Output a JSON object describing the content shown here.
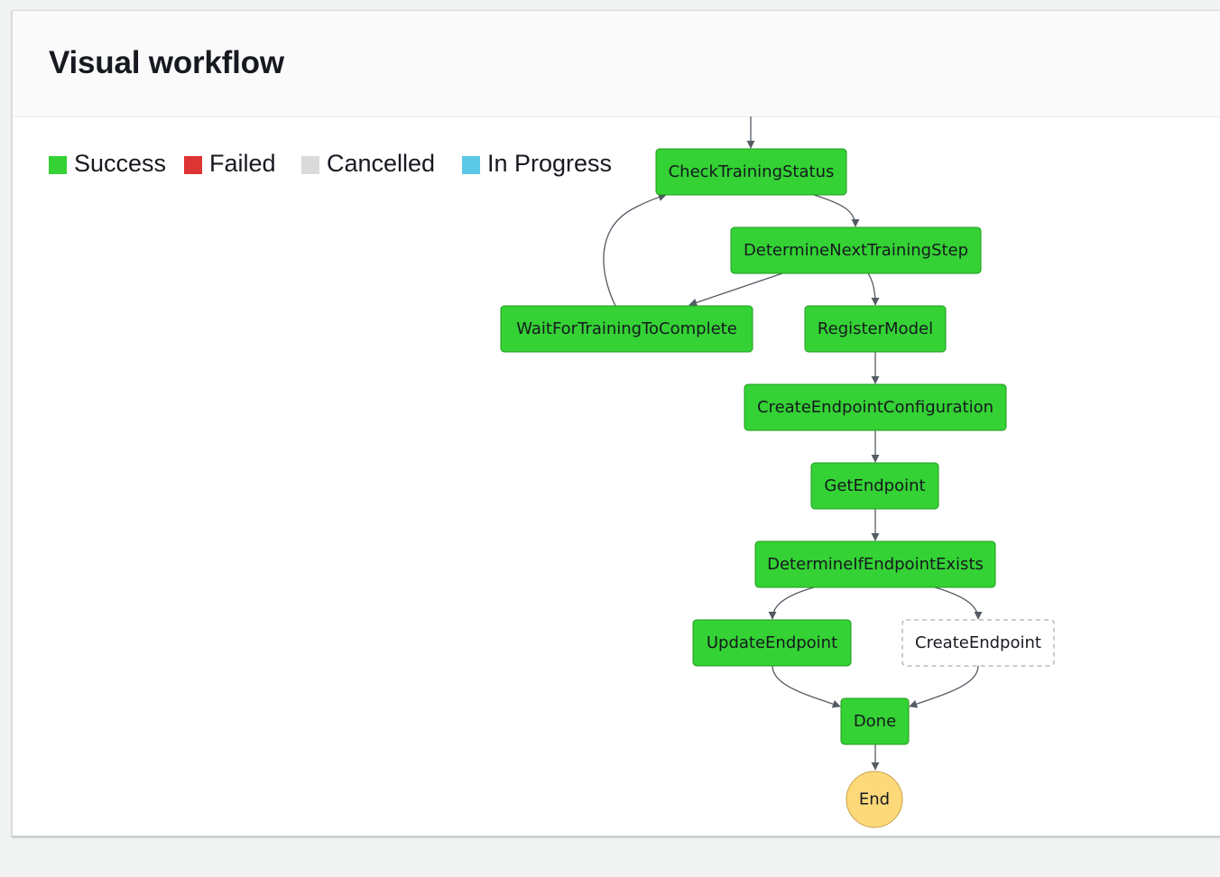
{
  "header": {
    "title": "Visual workflow"
  },
  "legend": {
    "items": [
      {
        "key": "success",
        "label": "Success",
        "color": "#34d234"
      },
      {
        "key": "failed",
        "label": "Failed",
        "color": "#dd3434"
      },
      {
        "key": "cancelled",
        "label": "Cancelled",
        "color": "#dadada"
      },
      {
        "key": "in-progress",
        "label": "In Progress",
        "color": "#5bc8e8"
      }
    ]
  },
  "colors": {
    "success": "#34d234",
    "success_border": "#1f9a1f",
    "not_run_fill": "#ffffff",
    "not_run_border": "#999999",
    "end": "#fed97a",
    "end_border": "#c7a04a",
    "edge": "#545b64"
  },
  "workflow": {
    "states": [
      {
        "id": "CheckTrainingStatus",
        "label": "CheckTrainingStatus",
        "status": "success"
      },
      {
        "id": "DetermineNextTrainingStep",
        "label": "DetermineNextTrainingStep",
        "status": "success"
      },
      {
        "id": "WaitForTrainingToComplete",
        "label": "WaitForTrainingToComplete",
        "status": "success"
      },
      {
        "id": "RegisterModel",
        "label": "RegisterModel",
        "status": "success"
      },
      {
        "id": "CreateEndpointConfiguration",
        "label": "CreateEndpointConfiguration",
        "status": "success"
      },
      {
        "id": "GetEndpoint",
        "label": "GetEndpoint",
        "status": "success"
      },
      {
        "id": "DetermineIfEndpointExists",
        "label": "DetermineIfEndpointExists",
        "status": "success"
      },
      {
        "id": "UpdateEndpoint",
        "label": "UpdateEndpoint",
        "status": "success"
      },
      {
        "id": "CreateEndpoint",
        "label": "CreateEndpoint",
        "status": "not-run"
      },
      {
        "id": "Done",
        "label": "Done",
        "status": "success"
      },
      {
        "id": "End",
        "label": "End",
        "status": "end"
      }
    ],
    "transitions": [
      {
        "from": "",
        "to": "CheckTrainingStatus"
      },
      {
        "from": "CheckTrainingStatus",
        "to": "DetermineNextTrainingStep"
      },
      {
        "from": "DetermineNextTrainingStep",
        "to": "WaitForTrainingToComplete"
      },
      {
        "from": "DetermineNextTrainingStep",
        "to": "RegisterModel"
      },
      {
        "from": "WaitForTrainingToComplete",
        "to": "CheckTrainingStatus"
      },
      {
        "from": "RegisterModel",
        "to": "CreateEndpointConfiguration"
      },
      {
        "from": "CreateEndpointConfiguration",
        "to": "GetEndpoint"
      },
      {
        "from": "GetEndpoint",
        "to": "DetermineIfEndpointExists"
      },
      {
        "from": "DetermineIfEndpointExists",
        "to": "UpdateEndpoint"
      },
      {
        "from": "DetermineIfEndpointExists",
        "to": "CreateEndpoint"
      },
      {
        "from": "UpdateEndpoint",
        "to": "Done"
      },
      {
        "from": "CreateEndpoint",
        "to": "Done"
      },
      {
        "from": "Done",
        "to": "End"
      }
    ]
  }
}
